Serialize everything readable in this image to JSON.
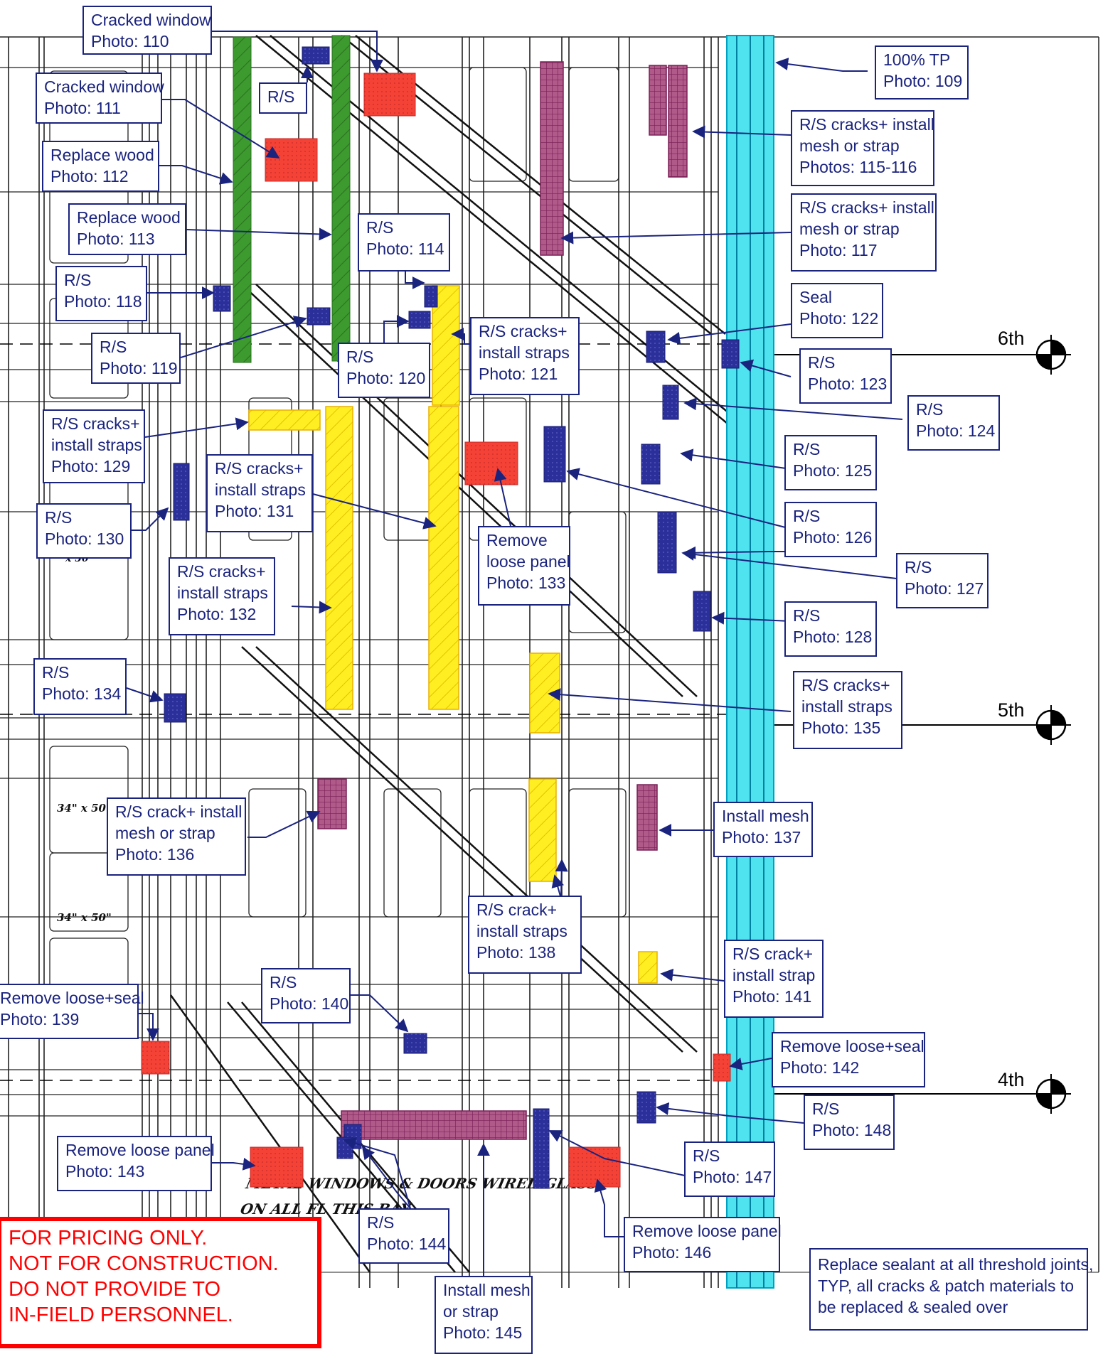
{
  "callouts": [
    {
      "id": "c110",
      "lines": [
        "Cracked window",
        "Photo: 110"
      ]
    },
    {
      "id": "c111",
      "lines": [
        "Cracked window",
        "Photo: 111"
      ]
    },
    {
      "id": "c112",
      "lines": [
        "Replace wood",
        "Photo: 112"
      ]
    },
    {
      "id": "c113",
      "lines": [
        "Replace wood",
        "Photo: 113"
      ]
    },
    {
      "id": "crs",
      "lines": [
        "R/S"
      ]
    },
    {
      "id": "c114",
      "lines": [
        "R/S",
        "Photo: 114"
      ]
    },
    {
      "id": "c118",
      "lines": [
        "R/S",
        "Photo: 118"
      ]
    },
    {
      "id": "c119",
      "lines": [
        "R/S",
        "Photo: 119"
      ]
    },
    {
      "id": "c120",
      "lines": [
        "R/S",
        "Photo: 120"
      ]
    },
    {
      "id": "c121",
      "lines": [
        "R/S cracks+",
        "install straps",
        "Photo: 121"
      ]
    },
    {
      "id": "c109",
      "lines": [
        "100% TP",
        "Photo: 109"
      ]
    },
    {
      "id": "c115",
      "lines": [
        "R/S cracks+ install",
        "mesh or strap",
        "Photos: 115-116"
      ]
    },
    {
      "id": "c117",
      "lines": [
        "R/S cracks+ install",
        "mesh or strap",
        "Photo: 117"
      ]
    },
    {
      "id": "c122",
      "lines": [
        "Seal",
        "Photo: 122"
      ]
    },
    {
      "id": "c123",
      "lines": [
        "R/S",
        "Photo: 123"
      ]
    },
    {
      "id": "c124",
      "lines": [
        "R/S",
        "Photo: 124"
      ]
    },
    {
      "id": "c125",
      "lines": [
        "R/S",
        "Photo: 125"
      ]
    },
    {
      "id": "c126",
      "lines": [
        "R/S",
        "Photo: 126"
      ]
    },
    {
      "id": "c127",
      "lines": [
        "R/S",
        "Photo: 127"
      ]
    },
    {
      "id": "c128",
      "lines": [
        "R/S",
        "Photo: 128"
      ]
    },
    {
      "id": "c129",
      "lines": [
        "R/S cracks+",
        "install straps",
        "Photo: 129"
      ]
    },
    {
      "id": "c130",
      "lines": [
        "R/S",
        "Photo: 130"
      ]
    },
    {
      "id": "c131",
      "lines": [
        "R/S cracks+",
        "install straps",
        "Photo: 131"
      ]
    },
    {
      "id": "c132",
      "lines": [
        "R/S cracks+",
        "install straps",
        "Photo: 132"
      ]
    },
    {
      "id": "c133",
      "lines": [
        "Remove",
        "loose panel",
        "Photo: 133"
      ]
    },
    {
      "id": "c134",
      "lines": [
        "R/S",
        "Photo: 134"
      ]
    },
    {
      "id": "c135",
      "lines": [
        "R/S cracks+",
        "install straps",
        "Photo: 135"
      ]
    },
    {
      "id": "c136",
      "lines": [
        "R/S crack+ install",
        "mesh or strap",
        "Photo: 136"
      ]
    },
    {
      "id": "c137",
      "lines": [
        "Install mesh",
        "Photo: 137"
      ]
    },
    {
      "id": "c138",
      "lines": [
        "R/S crack+",
        "install straps",
        "Photo: 138"
      ]
    },
    {
      "id": "c139",
      "lines": [
        "Remove loose+seal",
        "Photo: 139"
      ]
    },
    {
      "id": "c140",
      "lines": [
        "R/S",
        "Photo: 140"
      ]
    },
    {
      "id": "c141",
      "lines": [
        "R/S crack+",
        "install strap",
        "Photo: 141"
      ]
    },
    {
      "id": "c142",
      "lines": [
        "Remove loose+seal",
        "Photo: 142"
      ]
    },
    {
      "id": "c148",
      "lines": [
        "R/S",
        "Photo: 148"
      ]
    },
    {
      "id": "c143",
      "lines": [
        "Remove loose panel",
        "Photo: 143"
      ]
    },
    {
      "id": "c147",
      "lines": [
        "R/S",
        "Photo: 147"
      ]
    },
    {
      "id": "c144",
      "lines": [
        "R/S",
        "Photo: 144"
      ]
    },
    {
      "id": "c146",
      "lines": [
        "Remove loose panel",
        "Photo: 146"
      ]
    },
    {
      "id": "c145",
      "lines": [
        "Install mesh",
        "or strap",
        "Photo: 145"
      ]
    },
    {
      "id": "cnote",
      "lines": [
        "Replace sealant at all threshold joints,",
        "TYP, all cracks & patch materials to",
        "be replaced & sealed over"
      ]
    }
  ],
  "floors": [
    {
      "id": "f6",
      "label": "6th"
    },
    {
      "id": "f5",
      "label": "5th"
    },
    {
      "id": "f4",
      "label": "4th"
    }
  ],
  "drawing_notes": [
    {
      "id": "n1",
      "text": "34\" x 50"
    },
    {
      "id": "n2",
      "text": "34\" x 50\""
    },
    {
      "id": "n3",
      "text": "METAL WINDOWS & DOORS WIRED GLASS"
    },
    {
      "id": "n4",
      "text": "ON ALL FL    THIS BAY"
    },
    {
      "id": "n5",
      "text": "x 50"
    }
  ],
  "disclaimer": {
    "lines": [
      "FOR PRICING ONLY.",
      "NOT FOR CONSTRUCTION.",
      "DO NOT PROVIDE TO",
      "IN-FIELD PERSONNEL."
    ]
  },
  "colors": {
    "callout_border": "#1a237e",
    "leader": "#1a237e",
    "rs_mark": "#2b2f9a",
    "strap_yellow": "#ffee22",
    "mesh_purple": "#a0407a",
    "wood_green": "#3c9a2e",
    "panel_red": "#f44336",
    "tp_cyan": "#4fe3f0",
    "disclaimer_red": "#ff0000"
  }
}
